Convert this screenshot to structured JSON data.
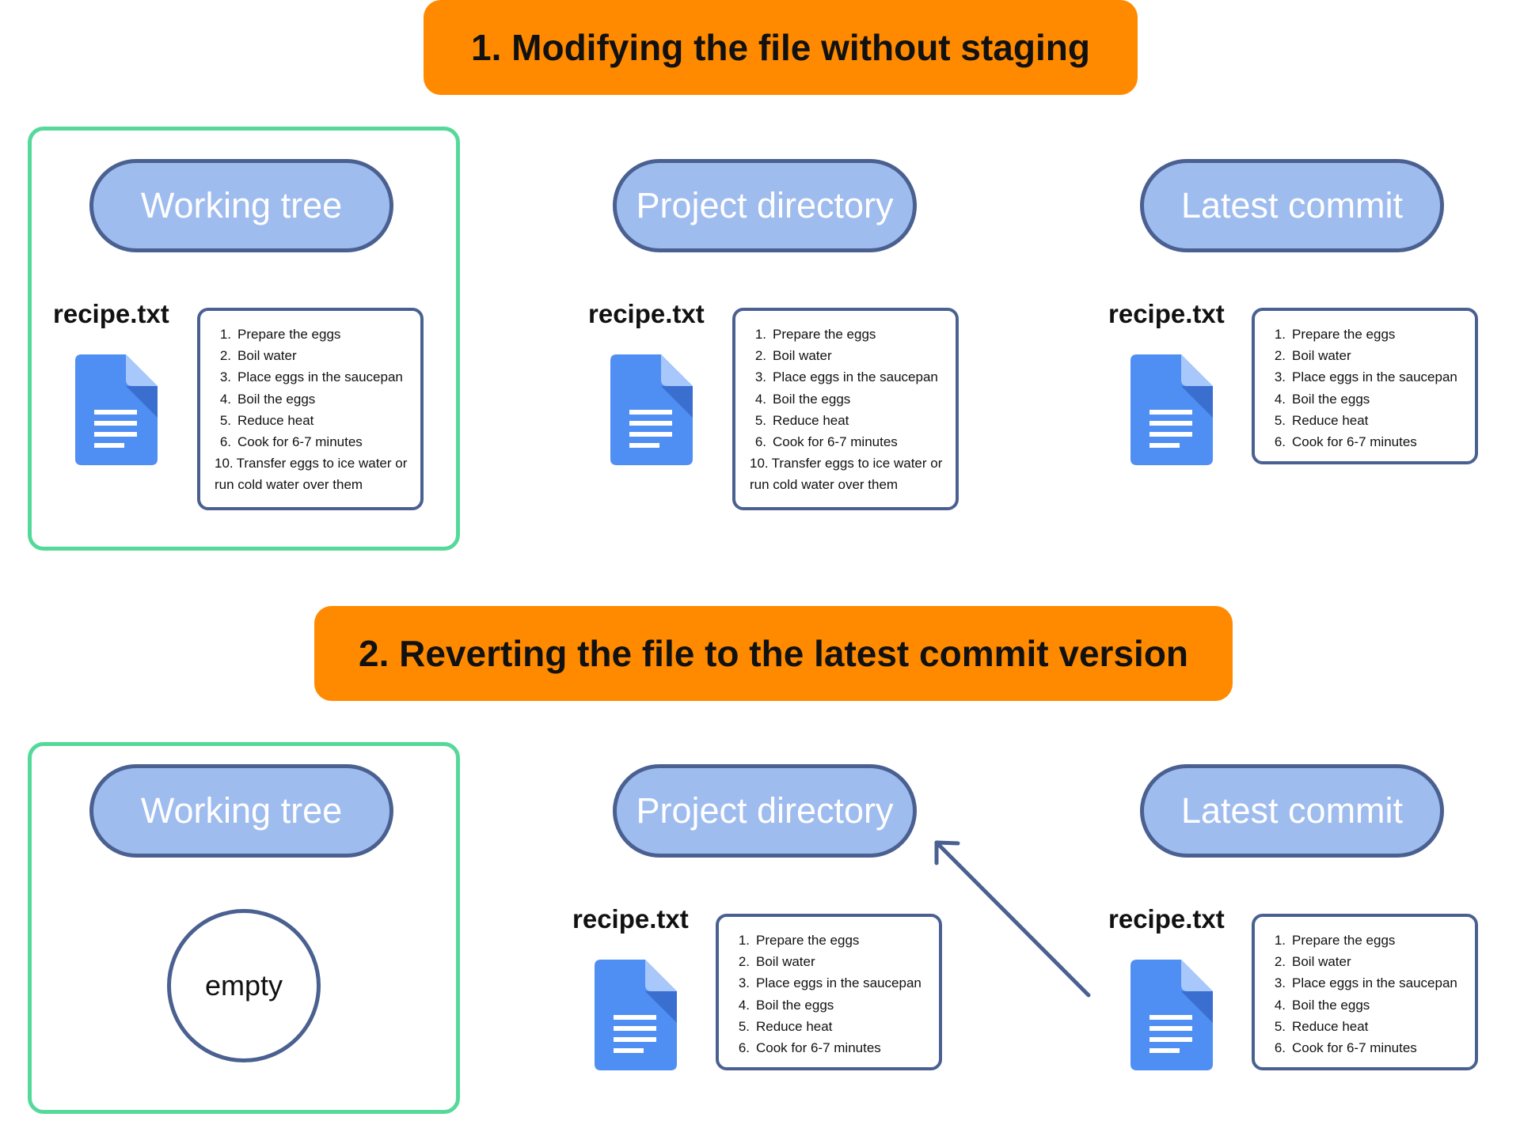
{
  "sections": [
    {
      "title": "1. Modifying the file without staging"
    },
    {
      "title": "2. Reverting the file to the latest commit version"
    }
  ],
  "labels": {
    "working_tree": "Working tree",
    "project_directory": "Project directory",
    "latest_commit": "Latest commit"
  },
  "filename": "recipe.txt",
  "empty_label": "empty",
  "icon": "document-icon",
  "colors": {
    "banner": "#ff8a00",
    "highlight_frame": "#55d99a",
    "pill_fill": "#9fbcef",
    "pill_border": "#4a6090",
    "doc_icon": "#4f8ef2"
  },
  "steps": {
    "s1": [
      "1.",
      "Prepare the eggs"
    ],
    "s2": [
      "2.",
      "Boil water"
    ],
    "s3": [
      "3.",
      "Place eggs in the saucepan"
    ],
    "s4": [
      "4.",
      "Boil the eggs"
    ],
    "s5": [
      "5.",
      "Reduce heat"
    ],
    "s6": [
      "6.",
      "Cook for 6-7 minutes"
    ],
    "s10": [
      "10.",
      "Transfer eggs to ice water or run cold water over them"
    ]
  }
}
